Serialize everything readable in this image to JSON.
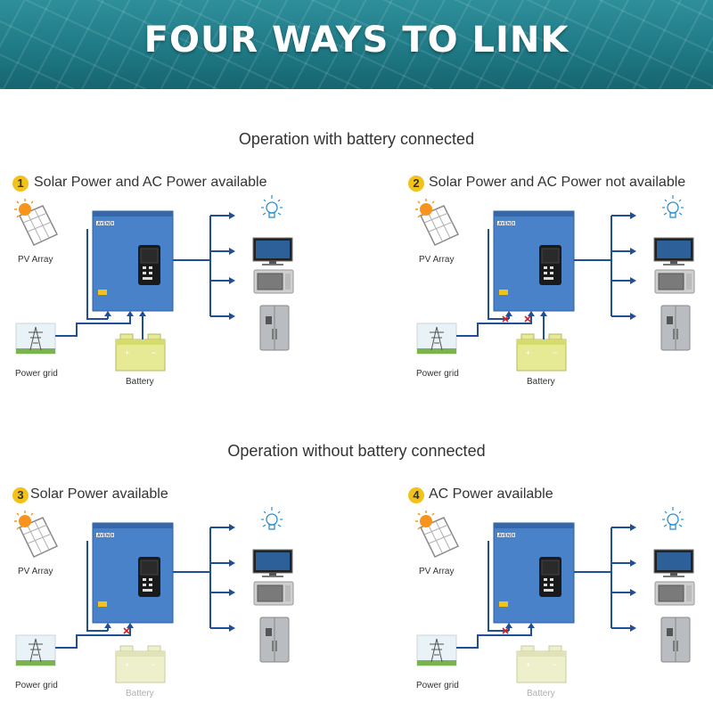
{
  "banner": {
    "title": "FOUR WAYS TO LINK"
  },
  "sections": [
    {
      "title": "Operation with battery connected"
    },
    {
      "title": "Operation without  battery connected"
    }
  ],
  "scenarios": [
    {
      "number": "1",
      "title": "Solar Power and AC Power available",
      "battery_connected": true,
      "grid_to_inverter_cut": false,
      "pv_to_inverter_cut": false
    },
    {
      "number": "2",
      "title": "Solar Power and AC Power not available",
      "battery_connected": true,
      "grid_to_inverter_cut": true,
      "pv_to_inverter_cut": true
    },
    {
      "number": "3",
      "title": "Solar Power available",
      "battery_connected": false,
      "grid_to_inverter_cut": true,
      "pv_to_inverter_cut": false
    },
    {
      "number": "4",
      "title": "AC Power available",
      "battery_connected": false,
      "grid_to_inverter_cut": false,
      "pv_to_inverter_cut": true
    }
  ],
  "labels": {
    "pv_array": "PV Array",
    "power_grid": "Power grid",
    "battery": "Battery",
    "inverter_brand": "AVENDI"
  },
  "loads": [
    "light-bulb",
    "television",
    "microwave",
    "refrigerator"
  ],
  "colors": {
    "banner": "#1f7a86",
    "inverter": "#4a82c9",
    "line": "#1f4f96",
    "battery": "#e6ea94",
    "badge": "#f2c21b",
    "cut": "#d62020"
  }
}
